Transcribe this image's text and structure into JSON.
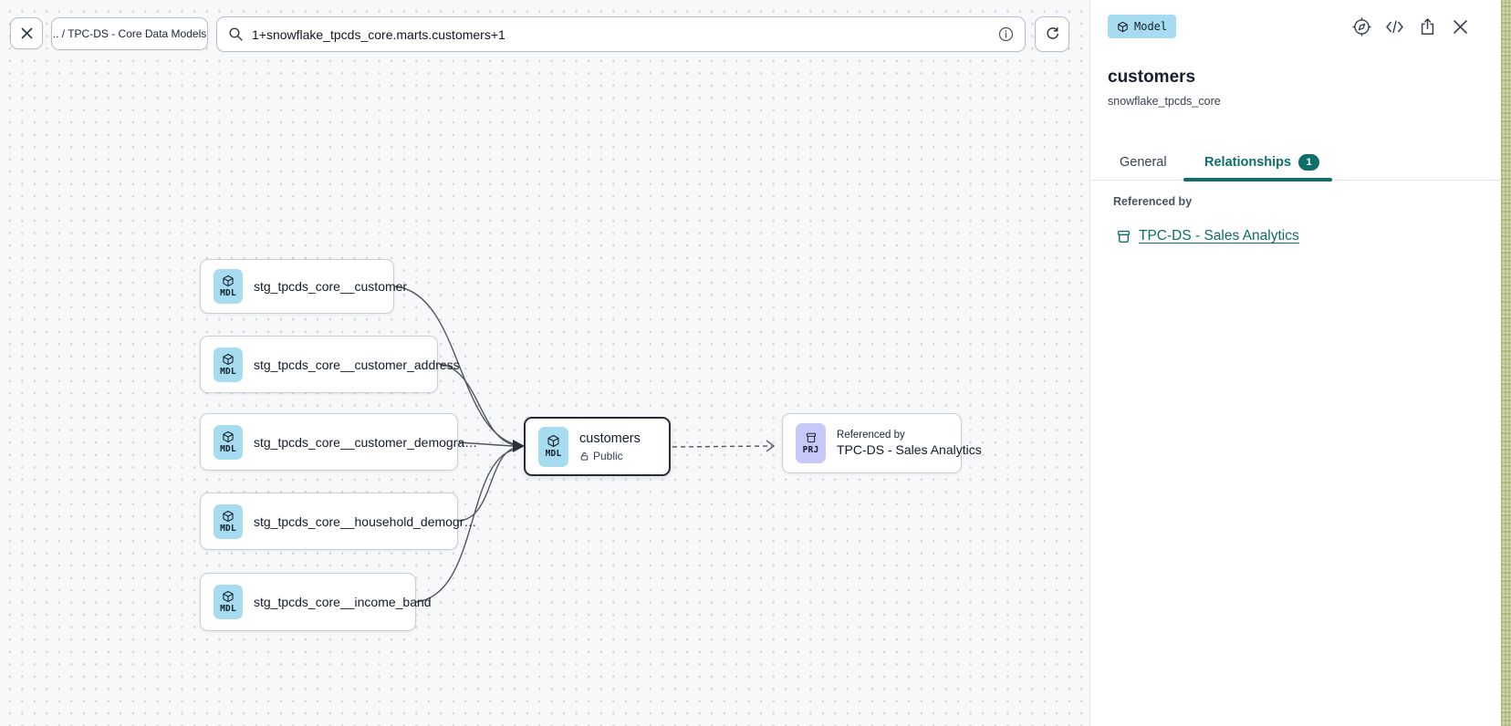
{
  "toolbar": {
    "breadcrumb": ".. / TPC-DS - Core Data Models",
    "search_value": "1+snowflake_tpcds_core.marts.customers+1"
  },
  "graph": {
    "upstream": [
      {
        "type": "MDL",
        "label": "stg_tpcds_core__customer"
      },
      {
        "type": "MDL",
        "label": "stg_tpcds_core__customer_address"
      },
      {
        "type": "MDL",
        "label": "stg_tpcds_core__customer_demogra…"
      },
      {
        "type": "MDL",
        "label": "stg_tpcds_core__household_demogr…"
      },
      {
        "type": "MDL",
        "label": "stg_tpcds_core__income_band"
      }
    ],
    "selected": {
      "type": "MDL",
      "title": "customers",
      "access": "Public"
    },
    "reference": {
      "type": "PRJ",
      "caption": "Referenced by",
      "title": "TPC-DS - Sales Analytics"
    }
  },
  "panel": {
    "type_badge": "Model",
    "title": "customers",
    "subtitle": "snowflake_tpcds_core",
    "tabs": {
      "general": "General",
      "relationships": "Relationships",
      "relationships_badge": "1"
    },
    "section_title": "Referenced by",
    "reference_link": "TPC-DS - Sales Analytics"
  },
  "colors": {
    "accent_teal": "#0d6e6a",
    "model_chip_bg": "#a6dbf0",
    "project_chip_bg": "#c6c9f8",
    "canvas_bg": "#f7f8fa",
    "selected_border": "#272c35"
  }
}
